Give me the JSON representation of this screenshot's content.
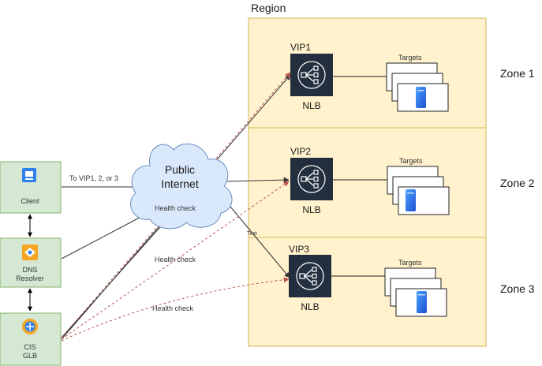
{
  "region": {
    "label": "Region"
  },
  "zones": [
    {
      "vip": "VIP1",
      "lb": "NLB",
      "targets": "Targets",
      "zone": "Zone 1"
    },
    {
      "vip": "VIP2",
      "lb": "NLB",
      "targets": "Targets",
      "zone": "Zone 2"
    },
    {
      "vip": "VIP3",
      "lb": "NLB",
      "targets": "Targets",
      "zone": "Zone 3"
    }
  ],
  "cloud": {
    "line1": "Public",
    "line2": "Internet"
  },
  "left_nodes": {
    "client": "Client",
    "dns_line1": "DNS",
    "dns_line2": "Resolver",
    "cis_line1": "CIS",
    "cis_line2": "GLB"
  },
  "edges": {
    "to_vip": "To VIP1, 2, or 3",
    "health1": "Health check",
    "health2": "Health check",
    "health3": "Health check",
    "text_label": "Text"
  },
  "colors": {
    "region_fill": "#fff2cc",
    "region_stroke": "#d6b656",
    "node_fill": "#d5e8d4",
    "node_stroke": "#82b366",
    "cloud_fill": "#dae8fc",
    "cloud_stroke": "#6c8ebf",
    "nlb_fill": "#232f3e",
    "health_line": "#b85450"
  }
}
